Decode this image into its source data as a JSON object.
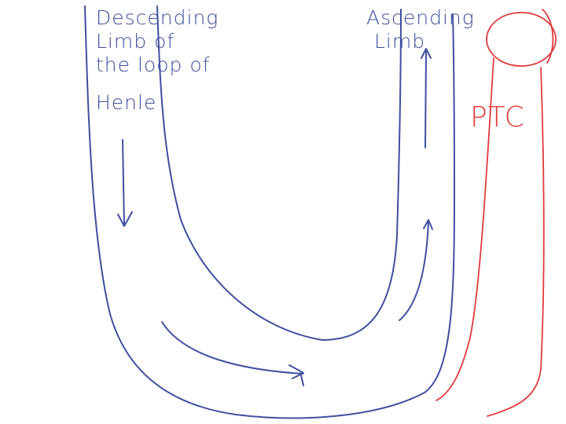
{
  "labels": {
    "descending": [
      "Descending",
      "Limb of",
      "the loop of",
      "Henle"
    ],
    "ascending": [
      "Ascending",
      "Limb"
    ],
    "ptc": "PTC"
  },
  "colors": {
    "nephron": "#3f4fa0",
    "capillary": "#e03b3b",
    "background": "#ffffff"
  }
}
